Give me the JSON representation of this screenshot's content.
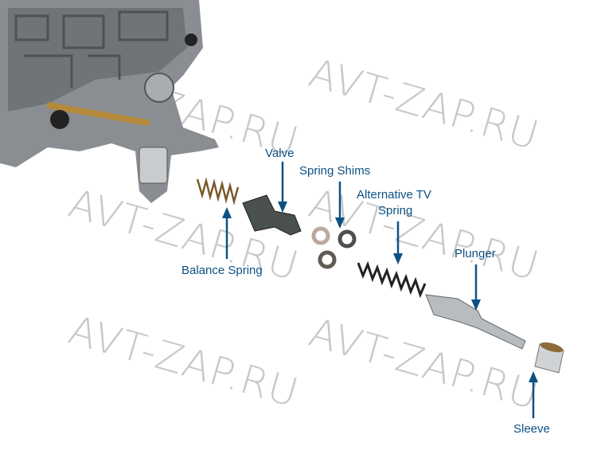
{
  "watermark": "AVT-ZAP.RU",
  "labels": {
    "valve": "Valve",
    "spring_shims": "Spring Shims",
    "alternative_tv_spring_line1": "Alternative TV",
    "alternative_tv_spring_line2": "Spring",
    "balance_spring": "Balance Spring",
    "plunger": "Plunger",
    "sleeve": "Sleeve"
  },
  "colors": {
    "label": "#0d5184",
    "watermark": "#c8c8c8"
  }
}
